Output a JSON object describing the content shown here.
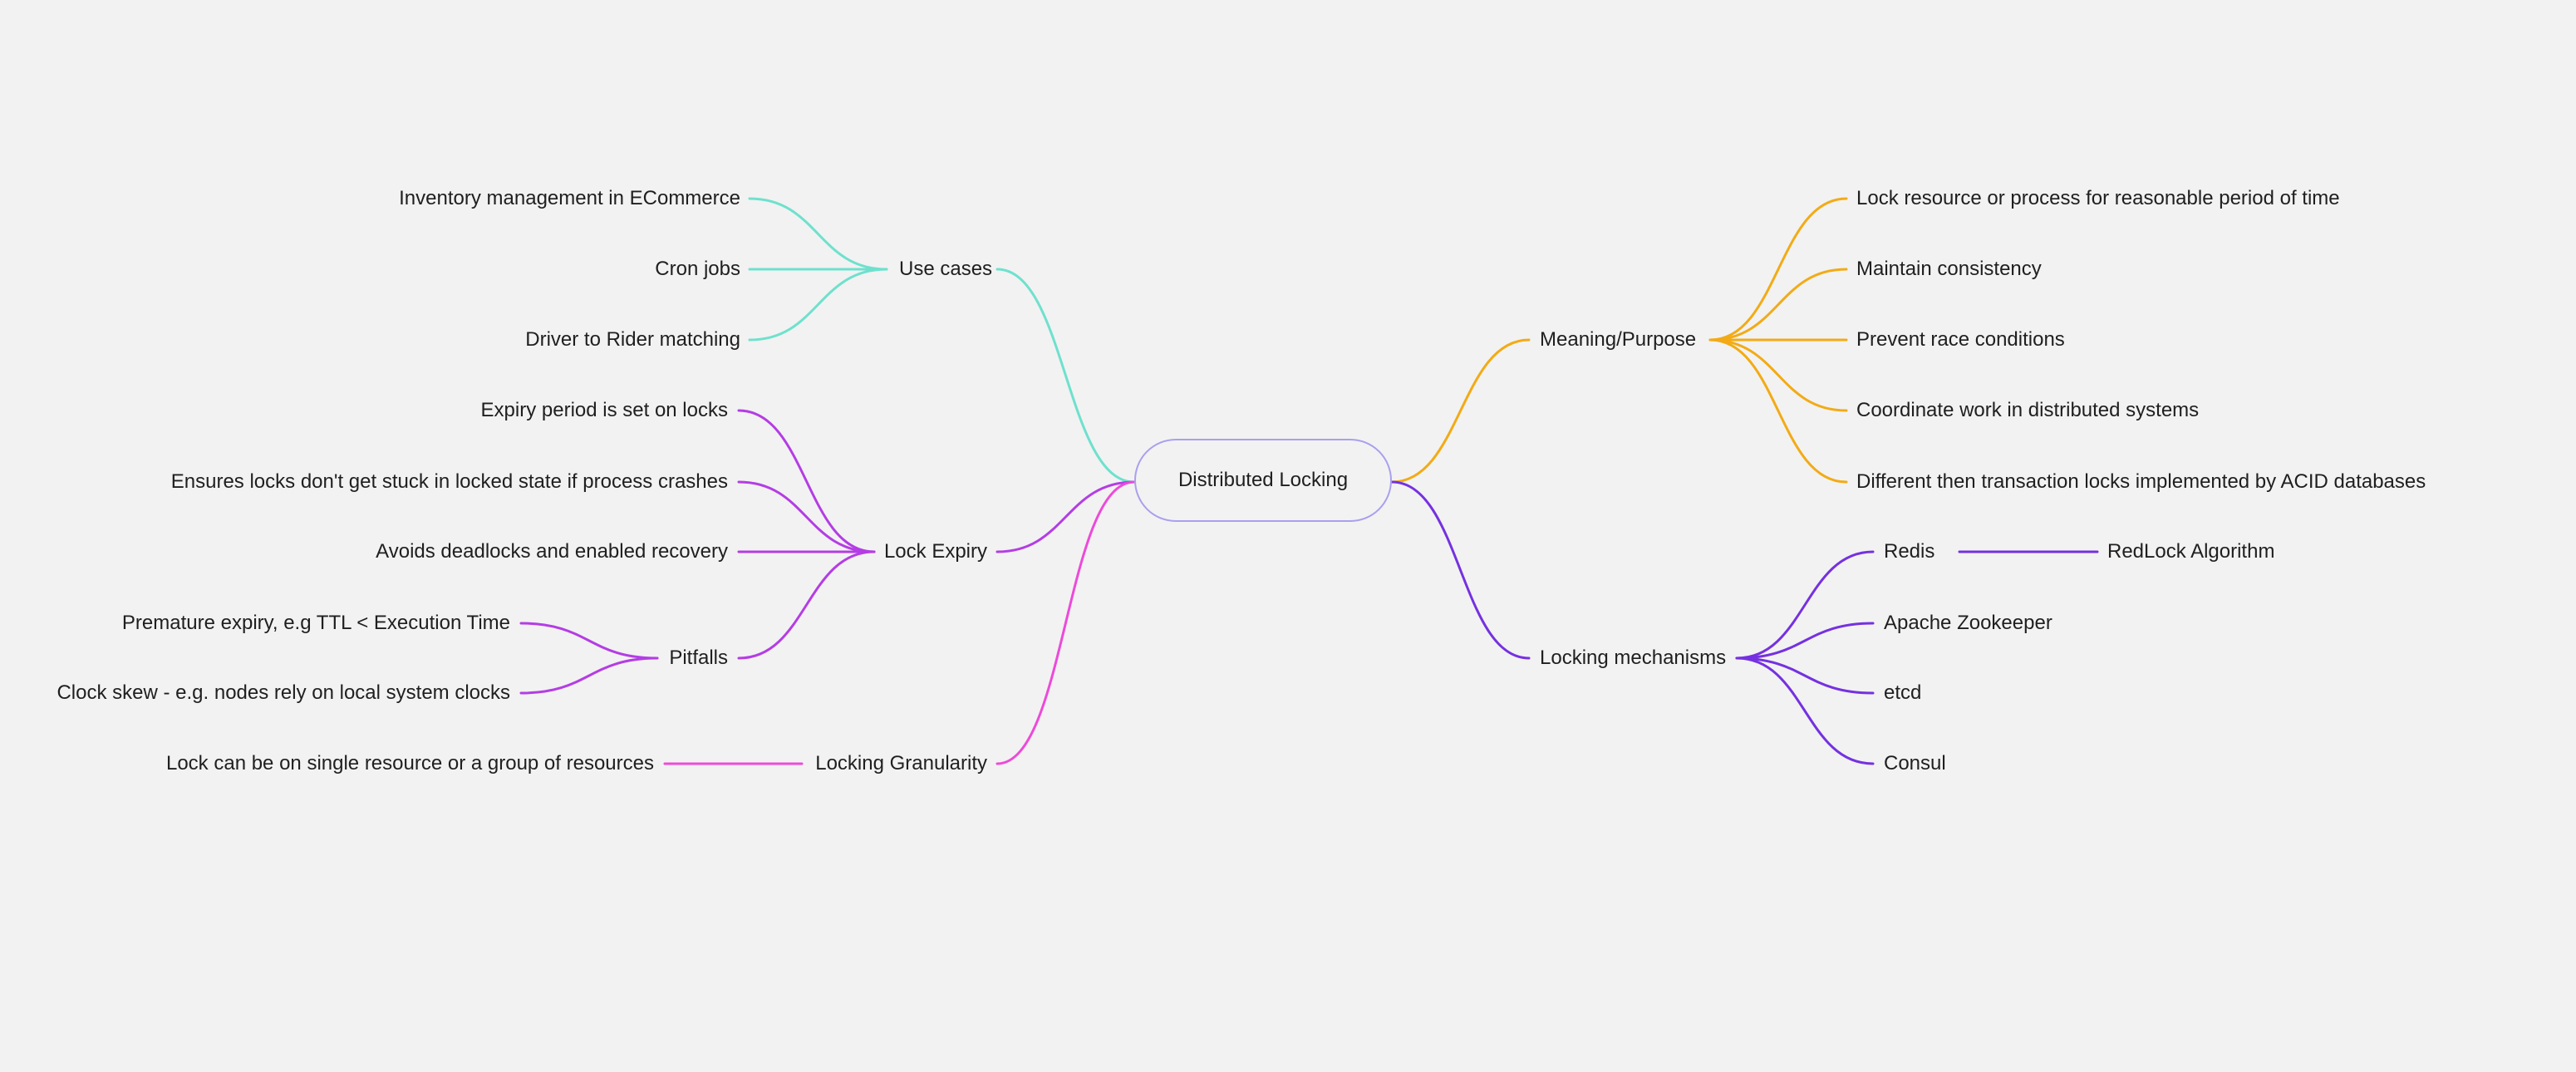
{
  "root": {
    "label": "Distributed Locking"
  },
  "colors": {
    "use_cases": "#6ee1cd",
    "lock_expiry": "#b43de4",
    "granularity": "#ec4ad9",
    "meaning": "#f2ab16",
    "mechanisms": "#7531e0",
    "root_border": "#a9a0ee"
  },
  "left": {
    "use_cases": {
      "label": "Use cases",
      "children": [
        "Inventory management in ECommerce",
        "Cron jobs",
        "Driver to Rider matching"
      ]
    },
    "lock_expiry": {
      "label": "Lock Expiry",
      "children": [
        "Expiry period is set on locks",
        "Ensures locks don't get stuck in locked state if process crashes",
        "Avoids deadlocks and enabled recovery"
      ],
      "pitfalls": {
        "label": "Pitfalls",
        "children": [
          "Premature expiry, e.g TTL < Execution Time",
          "Clock skew - e.g. nodes rely on local system clocks"
        ]
      }
    },
    "granularity": {
      "label": "Locking Granularity",
      "children": [
        "Lock can be on single resource or a group of resources"
      ]
    }
  },
  "right": {
    "meaning": {
      "label": "Meaning/Purpose",
      "children": [
        "Lock resource or process for reasonable period of time",
        "Maintain consistency",
        "Prevent race conditions",
        "Coordinate work in distributed systems",
        "Different then transaction locks implemented by ACID databases"
      ]
    },
    "mechanisms": {
      "label": "Locking mechanisms",
      "children": [
        "Redis",
        "Apache Zookeeper",
        "etcd",
        "Consul"
      ],
      "redis_child": "RedLock Algorithm"
    }
  }
}
